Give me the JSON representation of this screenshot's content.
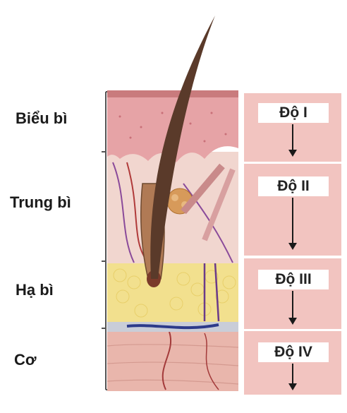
{
  "layers": [
    {
      "label": "Biểu bì"
    },
    {
      "label": "Trung bì"
    },
    {
      "label": "Hạ bì"
    },
    {
      "label": "Cơ"
    }
  ],
  "degrees": [
    {
      "label": "Độ I"
    },
    {
      "label": "Độ II"
    },
    {
      "label": "Độ III"
    },
    {
      "label": "Độ IV"
    }
  ],
  "colors": {
    "epidermis": "#e6a3a6",
    "dermis": "#f1d6cf",
    "hypodermis": "#f2e08e",
    "muscle": "#e9b6ac",
    "degree_panel": "#f2c4c0",
    "hair": "#5a3a2a"
  }
}
